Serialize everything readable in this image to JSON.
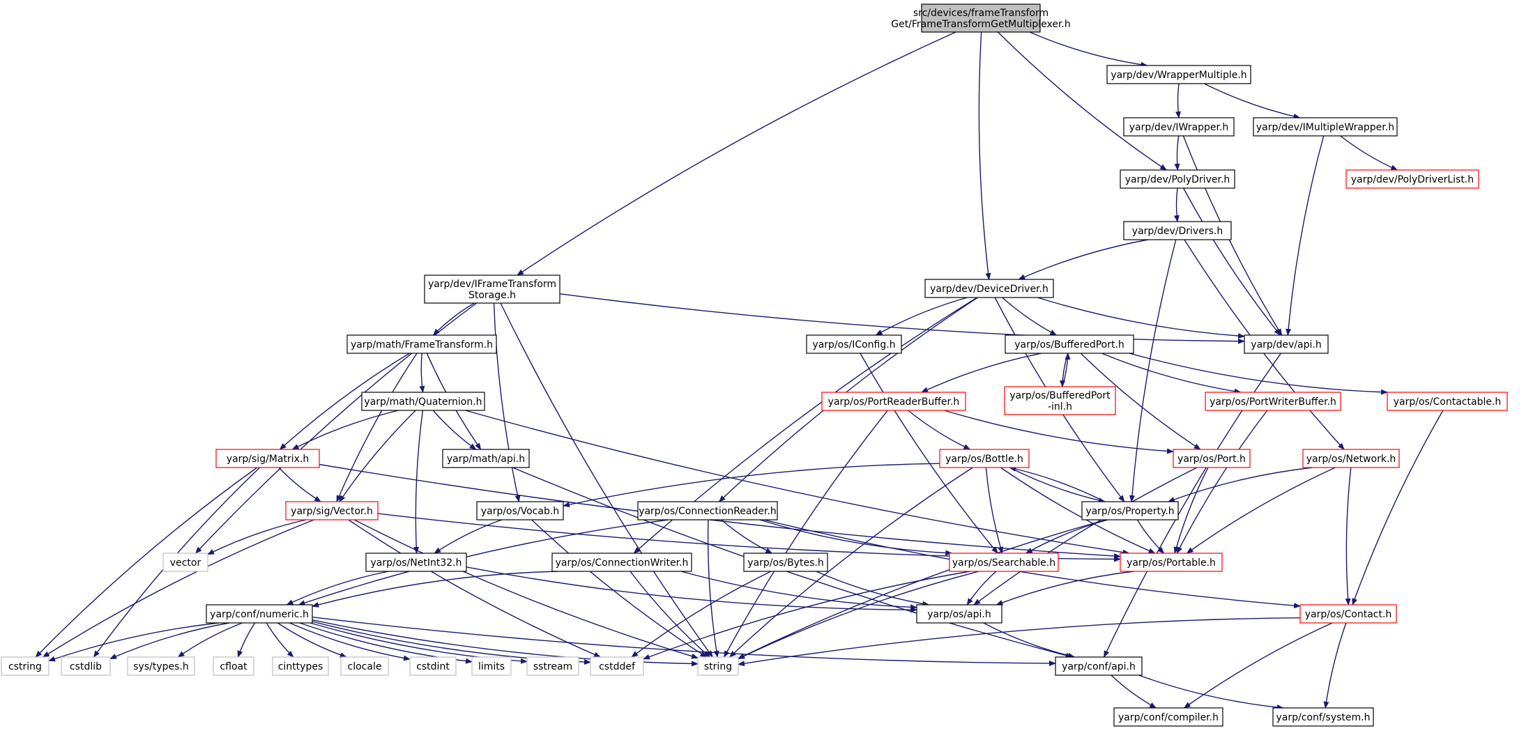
{
  "graph": {
    "title": "",
    "colors": {
      "root_fill": "#bfbfbf",
      "node_border": "#000000",
      "truncated_border": "#ff0000",
      "system_header_border": "#bfbfbf",
      "system_header_text": "#7f7f7f",
      "edge": "#191970",
      "text": "#000000"
    },
    "nodes": {
      "root": {
        "lines": [
          "src/devices/frameTransform",
          "Get/FrameTransformGetMultiplexer.h"
        ],
        "kind": "root"
      },
      "wrapper_multiple": {
        "lines": [
          "yarp/dev/WrapperMultiple.h"
        ],
        "kind": "normal"
      },
      "iwrapper": {
        "lines": [
          "yarp/dev/IWrapper.h"
        ],
        "kind": "normal"
      },
      "imultiple_wrapper": {
        "lines": [
          "yarp/dev/IMultipleWrapper.h"
        ],
        "kind": "normal"
      },
      "polydriverlist": {
        "lines": [
          "yarp/dev/PolyDriverList.h"
        ],
        "kind": "truncated"
      },
      "polydriver": {
        "lines": [
          "yarp/dev/PolyDriver.h"
        ],
        "kind": "normal"
      },
      "drivers": {
        "lines": [
          "yarp/dev/Drivers.h"
        ],
        "kind": "normal"
      },
      "iframe_storage": {
        "lines": [
          "yarp/dev/IFrameTransform",
          "Storage.h"
        ],
        "kind": "normal"
      },
      "device_driver": {
        "lines": [
          "yarp/dev/DeviceDriver.h"
        ],
        "kind": "normal"
      },
      "dev_api": {
        "lines": [
          "yarp/dev/api.h"
        ],
        "kind": "normal"
      },
      "frame_transform": {
        "lines": [
          "yarp/math/FrameTransform.h"
        ],
        "kind": "normal"
      },
      "iconfig": {
        "lines": [
          "yarp/os/IConfig.h"
        ],
        "kind": "normal"
      },
      "buffered_port": {
        "lines": [
          "yarp/os/BufferedPort.h"
        ],
        "kind": "normal"
      },
      "buffered_port_inl": {
        "lines": [
          "yarp/os/BufferedPort",
          "-inl.h"
        ],
        "kind": "truncated"
      },
      "quaternion": {
        "lines": [
          "yarp/math/Quaternion.h"
        ],
        "kind": "normal"
      },
      "port_reader_buffer": {
        "lines": [
          "yarp/os/PortReaderBuffer.h"
        ],
        "kind": "truncated"
      },
      "port_writer_buffer": {
        "lines": [
          "yarp/os/PortWriterBuffer.h"
        ],
        "kind": "truncated"
      },
      "contactable": {
        "lines": [
          "yarp/os/Contactable.h"
        ],
        "kind": "truncated"
      },
      "matrix": {
        "lines": [
          "yarp/sig/Matrix.h"
        ],
        "kind": "truncated"
      },
      "math_api": {
        "lines": [
          "yarp/math/api.h"
        ],
        "kind": "normal"
      },
      "bottle": {
        "lines": [
          "yarp/os/Bottle.h"
        ],
        "kind": "truncated"
      },
      "port": {
        "lines": [
          "yarp/os/Port.h"
        ],
        "kind": "truncated"
      },
      "network": {
        "lines": [
          "yarp/os/Network.h"
        ],
        "kind": "truncated"
      },
      "vector_h": {
        "lines": [
          "yarp/sig/Vector.h"
        ],
        "kind": "truncated"
      },
      "vocab": {
        "lines": [
          "yarp/os/Vocab.h"
        ],
        "kind": "normal"
      },
      "connection_reader": {
        "lines": [
          "yarp/os/ConnectionReader.h"
        ],
        "kind": "normal"
      },
      "property": {
        "lines": [
          "yarp/os/Property.h"
        ],
        "kind": "normal"
      },
      "vector_std": {
        "lines": [
          "vector"
        ],
        "kind": "system"
      },
      "netint32": {
        "lines": [
          "yarp/os/NetInt32.h"
        ],
        "kind": "normal"
      },
      "connection_writer": {
        "lines": [
          "yarp/os/ConnectionWriter.h"
        ],
        "kind": "normal"
      },
      "bytes": {
        "lines": [
          "yarp/os/Bytes.h"
        ],
        "kind": "normal"
      },
      "searchable": {
        "lines": [
          "yarp/os/Searchable.h"
        ],
        "kind": "truncated"
      },
      "portable": {
        "lines": [
          "yarp/os/Portable.h"
        ],
        "kind": "truncated"
      },
      "numeric": {
        "lines": [
          "yarp/conf/numeric.h"
        ],
        "kind": "normal"
      },
      "os_api": {
        "lines": [
          "yarp/os/api.h"
        ],
        "kind": "normal"
      },
      "contact": {
        "lines": [
          "yarp/os/Contact.h"
        ],
        "kind": "truncated"
      },
      "cstring": {
        "lines": [
          "cstring"
        ],
        "kind": "system"
      },
      "cstdlib": {
        "lines": [
          "cstdlib"
        ],
        "kind": "system"
      },
      "sys_types": {
        "lines": [
          "sys/types.h"
        ],
        "kind": "system"
      },
      "cfloat": {
        "lines": [
          "cfloat"
        ],
        "kind": "system"
      },
      "cinttypes": {
        "lines": [
          "cinttypes"
        ],
        "kind": "system"
      },
      "clocale": {
        "lines": [
          "clocale"
        ],
        "kind": "system"
      },
      "cstdint": {
        "lines": [
          "cstdint"
        ],
        "kind": "system"
      },
      "limits": {
        "lines": [
          "limits"
        ],
        "kind": "system"
      },
      "sstream": {
        "lines": [
          "sstream"
        ],
        "kind": "system"
      },
      "cstddef": {
        "lines": [
          "cstddef"
        ],
        "kind": "system"
      },
      "string": {
        "lines": [
          "string"
        ],
        "kind": "system"
      },
      "conf_api": {
        "lines": [
          "yarp/conf/api.h"
        ],
        "kind": "normal"
      },
      "compiler": {
        "lines": [
          "yarp/conf/compiler.h"
        ],
        "kind": "normal"
      },
      "system": {
        "lines": [
          "yarp/conf/system.h"
        ],
        "kind": "normal"
      }
    },
    "edges": [
      [
        "root",
        "wrapper_multiple"
      ],
      [
        "root",
        "polydriver"
      ],
      [
        "root",
        "device_driver"
      ],
      [
        "root",
        "iframe_storage"
      ],
      [
        "wrapper_multiple",
        "iwrapper"
      ],
      [
        "wrapper_multiple",
        "imultiple_wrapper"
      ],
      [
        "iwrapper",
        "polydriver"
      ],
      [
        "iwrapper",
        "dev_api"
      ],
      [
        "imultiple_wrapper",
        "polydriverlist"
      ],
      [
        "imultiple_wrapper",
        "dev_api"
      ],
      [
        "polydriver",
        "drivers"
      ],
      [
        "polydriver",
        "dev_api"
      ],
      [
        "drivers",
        "device_driver"
      ],
      [
        "drivers",
        "property"
      ],
      [
        "drivers",
        "network"
      ],
      [
        "iframe_storage",
        "frame_transform"
      ],
      [
        "iframe_storage",
        "vocab"
      ],
      [
        "iframe_storage",
        "vector_std"
      ],
      [
        "iframe_storage",
        "string"
      ],
      [
        "iframe_storage",
        "dev_api"
      ],
      [
        "device_driver",
        "dev_api"
      ],
      [
        "device_driver",
        "iconfig"
      ],
      [
        "device_driver",
        "buffered_port"
      ],
      [
        "device_driver",
        "property"
      ],
      [
        "device_driver",
        "connection_reader"
      ],
      [
        "device_driver",
        "connection_writer"
      ],
      [
        "dev_api",
        "conf_api"
      ],
      [
        "frame_transform",
        "quaternion"
      ],
      [
        "frame_transform",
        "matrix"
      ],
      [
        "frame_transform",
        "vector_h"
      ],
      [
        "frame_transform",
        "math_api"
      ],
      [
        "iconfig",
        "searchable"
      ],
      [
        "buffered_port",
        "buffered_port_inl"
      ],
      [
        "buffered_port_inl",
        "buffered_port"
      ],
      [
        "buffered_port",
        "port_reader_buffer"
      ],
      [
        "buffered_port",
        "port_writer_buffer"
      ],
      [
        "buffered_port",
        "contactable"
      ],
      [
        "buffered_port",
        "port"
      ],
      [
        "quaternion",
        "math_api"
      ],
      [
        "quaternion",
        "matrix"
      ],
      [
        "quaternion",
        "vector_h"
      ],
      [
        "quaternion",
        "netint32"
      ],
      [
        "quaternion",
        "portable"
      ],
      [
        "port_reader_buffer",
        "bottle"
      ],
      [
        "port_reader_buffer",
        "port"
      ],
      [
        "port_reader_buffer",
        "string"
      ],
      [
        "port_writer_buffer",
        "portable"
      ],
      [
        "contactable",
        "contact"
      ],
      [
        "matrix",
        "vector_h"
      ],
      [
        "matrix",
        "cstring"
      ],
      [
        "matrix",
        "cstdlib"
      ],
      [
        "matrix",
        "portable"
      ],
      [
        "math_api",
        "conf_api"
      ],
      [
        "bottle",
        "vocab"
      ],
      [
        "bottle",
        "property"
      ],
      [
        "property",
        "bottle"
      ],
      [
        "bottle",
        "searchable"
      ],
      [
        "bottle",
        "portable"
      ],
      [
        "bottle",
        "string"
      ],
      [
        "port",
        "portable"
      ],
      [
        "port",
        "os_api"
      ],
      [
        "network",
        "property"
      ],
      [
        "network",
        "portable"
      ],
      [
        "network",
        "contact"
      ],
      [
        "vector_h",
        "vector_std"
      ],
      [
        "vector_h",
        "portable"
      ],
      [
        "vector_h",
        "cstring"
      ],
      [
        "vector_h",
        "string"
      ],
      [
        "vector_h",
        "cstddef"
      ],
      [
        "vocab",
        "netint32"
      ],
      [
        "vocab",
        "string"
      ],
      [
        "connection_reader",
        "numeric"
      ],
      [
        "connection_reader",
        "bytes"
      ],
      [
        "connection_reader",
        "searchable"
      ],
      [
        "connection_reader",
        "contact"
      ],
      [
        "connection_reader",
        "string"
      ],
      [
        "property",
        "searchable"
      ],
      [
        "property",
        "portable"
      ],
      [
        "property",
        "string"
      ],
      [
        "netint32",
        "numeric"
      ],
      [
        "netint32",
        "os_api"
      ],
      [
        "connection_writer",
        "numeric"
      ],
      [
        "connection_writer",
        "os_api"
      ],
      [
        "connection_writer",
        "string"
      ],
      [
        "bytes",
        "os_api"
      ],
      [
        "bytes",
        "cstddef"
      ],
      [
        "searchable",
        "os_api"
      ],
      [
        "searchable",
        "string"
      ],
      [
        "searchable",
        "cstddef"
      ],
      [
        "portable",
        "os_api"
      ],
      [
        "numeric",
        "cstring"
      ],
      [
        "numeric",
        "cstdlib"
      ],
      [
        "numeric",
        "sys_types"
      ],
      [
        "numeric",
        "cfloat"
      ],
      [
        "numeric",
        "cinttypes"
      ],
      [
        "numeric",
        "clocale"
      ],
      [
        "numeric",
        "cstdint"
      ],
      [
        "numeric",
        "limits"
      ],
      [
        "numeric",
        "sstream"
      ],
      [
        "numeric",
        "cstddef"
      ],
      [
        "numeric",
        "string"
      ],
      [
        "numeric",
        "conf_api"
      ],
      [
        "os_api",
        "conf_api"
      ],
      [
        "contact",
        "compiler"
      ],
      [
        "contact",
        "system"
      ],
      [
        "contact",
        "string"
      ],
      [
        "conf_api",
        "compiler"
      ],
      [
        "conf_api",
        "system"
      ]
    ]
  }
}
